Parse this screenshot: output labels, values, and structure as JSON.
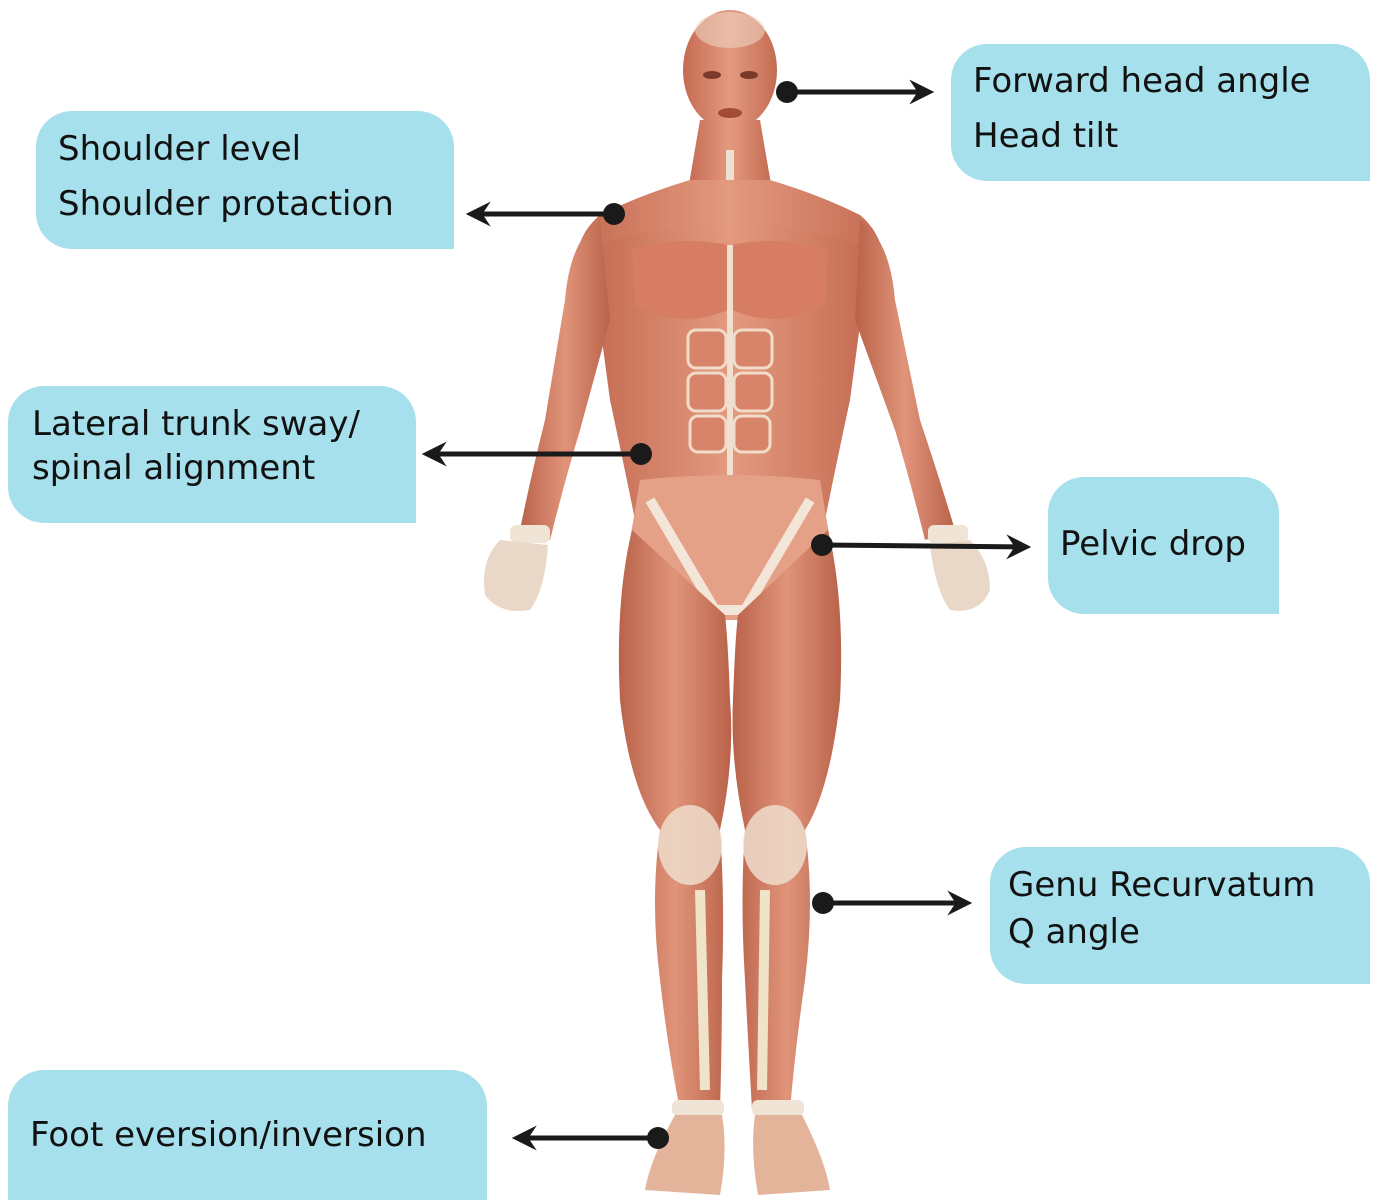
{
  "figure": {
    "icon": "human-muscle-anatomy-front-view",
    "colors": {
      "muscle": "#d9866a",
      "muscle_dark": "#b85f47",
      "tendon": "#f1e6d6",
      "label_background": "#a6e0ec",
      "arrow": "#1a1a1a"
    }
  },
  "labels": {
    "head": {
      "line1": "Forward head angle",
      "line2": "Head tilt"
    },
    "shoulder": {
      "line1": "Shoulder level",
      "line2": "Shoulder protaction"
    },
    "trunk": {
      "line1": "Lateral trunk sway/",
      "line2": "spinal alignment"
    },
    "pelvic": {
      "line1": "Pelvic drop"
    },
    "knee": {
      "line1": "Genu Recurvatum",
      "line2": "Q angle"
    },
    "foot": {
      "line1": "Foot eversion/inversion"
    }
  }
}
